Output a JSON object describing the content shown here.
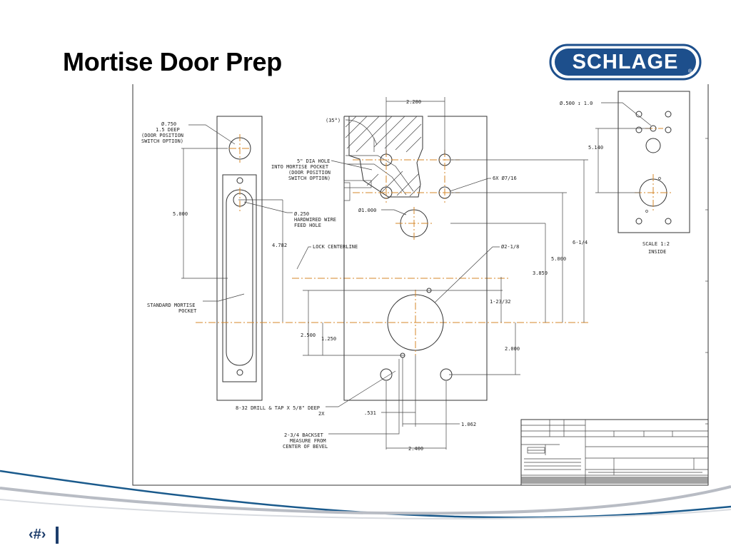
{
  "slide": {
    "title": "Mortise Door Prep",
    "page_number": "‹#›"
  },
  "logo": {
    "text": "SCHLAGE",
    "registered_mark": "®",
    "colors": {
      "fill": "#1d4f8c",
      "text": "#ffffff"
    }
  },
  "drawing": {
    "left_view": {
      "dps_hole": [
        "Ø.750",
        "1.5 DEEP",
        "(DOOR POSITION",
        "SWITCH OPTION)"
      ],
      "dim_5000": "5.000",
      "dim_4782": "4.782",
      "wire_hole": [
        "Ø.250",
        "HARDWIRED WIRE",
        "FEED HOLE"
      ],
      "lock_centerline": "LOCK CENTERLINE",
      "pocket": [
        "STANDARD MORTISE",
        "POCKET"
      ]
    },
    "center_view": {
      "angle": "(35°)",
      "dim_2280": "2.280",
      "dia_hole": [
        "5\" DIA HOLE",
        "INTO MORTISE POCKET",
        "(DOOR POSITION",
        "SWITCH OPTION)"
      ],
      "holes_6x": "6X Ø7/16",
      "hole_1000": "Ø1.000",
      "hole_2_1_8": "Ø2-1/8",
      "dim_1_23_32": "1-23/32",
      "dim_2500": "2.500",
      "dim_1250": "1.250",
      "dim_2000": "2.000",
      "dim_3859": "3.859",
      "dim_5000": "5.000",
      "dim_6_1_4": "6-1/4",
      "drill_tap": [
        "8-32 DRILL & TAP X 5/8\" DEEP",
        "2X"
      ],
      "dim_531": ".531",
      "dim_1062": "1.062",
      "backset": [
        "2-3/4 BACKSET",
        "MEASURE FROM",
        "CENTER OF BEVEL"
      ],
      "dim_2400": "2.400"
    },
    "right_view": {
      "hole_500": "Ø.500 ↧ 1.0",
      "dim_5140": "5.140",
      "scale": "SCALE  1:2",
      "inside": "INSIDE"
    },
    "colors": {
      "centerline": "#d4872a",
      "lines": "#333333"
    }
  },
  "footer": {
    "colors": {
      "swoosh_blue": "#1a5a8c",
      "swoosh_gray": "#b8bcc4"
    }
  }
}
